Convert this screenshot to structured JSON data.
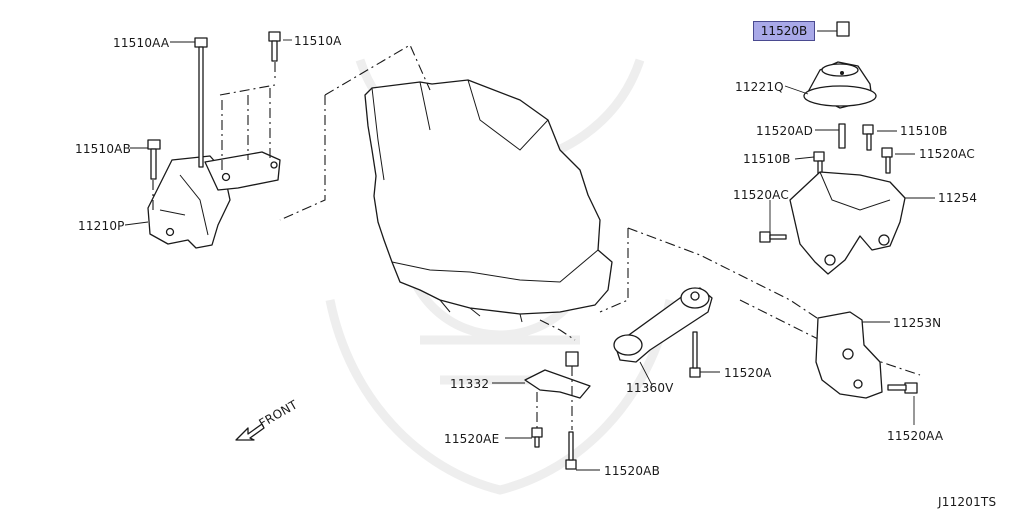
{
  "diagram_id": "J11201TS",
  "direction_label": "FRONT",
  "highlighted_part": "11520B",
  "parts": {
    "p11510AA": "11510AA",
    "p11510A": "11510A",
    "p11510AB": "11510AB",
    "p11210P": "11210P",
    "p11221Q": "11221Q",
    "p11520AD": "11520AD",
    "p11510B_1": "11510B",
    "p11510B_2": "11510B",
    "p11520AC_1": "11520AC",
    "p11520AC_2": "11520AC",
    "p11254": "11254",
    "p11253N": "11253N",
    "p11332": "11332",
    "p11360V": "11360V",
    "p11520A": "11520A",
    "p11520AE": "11520AE",
    "p11520AB": "11520AB",
    "p11520AA": "11520AA"
  }
}
